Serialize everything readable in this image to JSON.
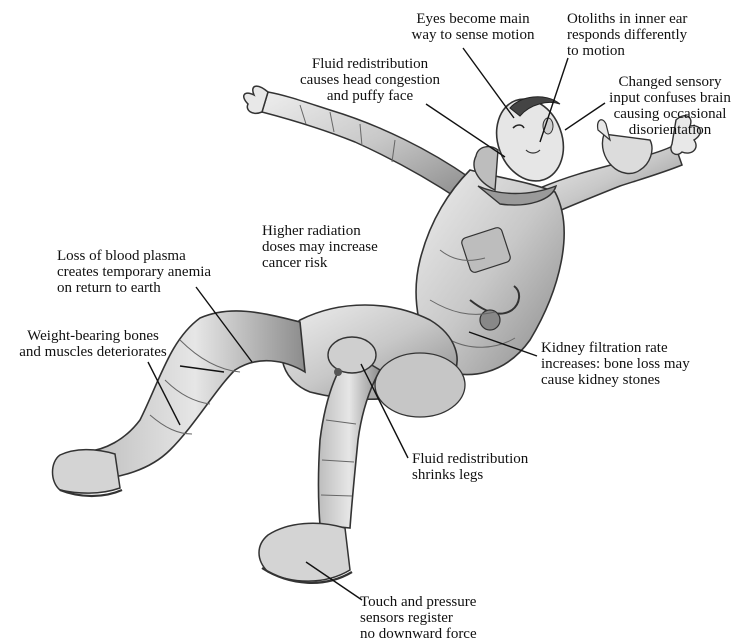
{
  "labels": {
    "eyes": "Eyes become main\nway to sense motion",
    "otoliths": "Otoliths in inner ear\nresponds differently\nto motion",
    "fluid_head": "Fluid redistribution\ncauses head congestion\nand puffy face",
    "sensory": "Changed sensory\ninput confuses brain\ncausing occasional\ndisorientation",
    "radiation": "Higher radiation\ndoses may increase\ncancer risk",
    "plasma": "Loss of blood plasma\ncreates temporary anemia\non return to earth",
    "bones": "Weight-bearing bones\nand muscles deteriorates",
    "kidney": "Kidney filtration rate\nincreases: bone loss may\ncause kidney stones",
    "fluid_legs": "Fluid redistribution\nshrinks legs",
    "touch": "Touch and pressure\nsensors register\nno downward force"
  },
  "colors": {
    "ink": "#111111",
    "suit_fill": "#d8d8d8",
    "suit_shade": "#9a9a9a",
    "suit_dark": "#555555"
  }
}
